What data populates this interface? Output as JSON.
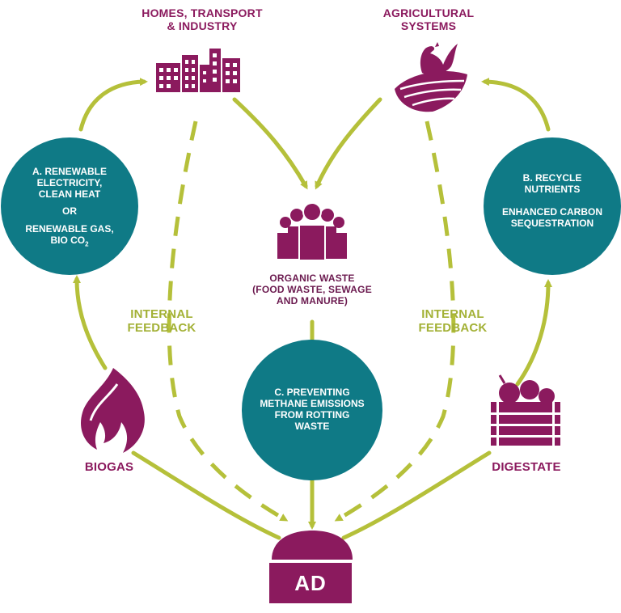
{
  "nodes": {
    "homes": {
      "line1": "HOMES, TRANSPORT",
      "line2": "& INDUSTRY"
    },
    "agri": {
      "line1": "AGRICULTURAL",
      "line2": "SYSTEMS"
    },
    "organic_waste": {
      "line1": "ORGANIC WASTE",
      "line2": "(FOOD WASTE, SEWAGE",
      "line3": "AND MANURE)"
    },
    "biogas": {
      "label": "BIOGAS"
    },
    "digestate": {
      "label": "DIGESTATE"
    },
    "ad": {
      "label": "AD"
    }
  },
  "circles": {
    "a": {
      "line1": "A. RENEWABLE",
      "line2": "ELECTRICITY,",
      "line3": "CLEAN HEAT",
      "line4": "OR",
      "line5": "RENEWABLE GAS,",
      "line6": "BIO CO",
      "line6_sub": "2"
    },
    "b": {
      "line1": "B. RECYCLE",
      "line2": "NUTRIENTS",
      "line3": "ENHANCED CARBON",
      "line4": "SEQUESTRATION"
    },
    "c": {
      "line1": "C. PREVENTING",
      "line2": "METHANE EMISSIONS",
      "line3": "FROM ROTTING",
      "line4": "WASTE"
    }
  },
  "feedback": {
    "left": {
      "line1": "INTERNAL",
      "line2": "FEEDBACK"
    },
    "right": {
      "line1": "INTERNAL",
      "line2": "FEEDBACK"
    }
  },
  "colors": {
    "teal": "#0f7a86",
    "purple": "#8b1a5e",
    "olive_arrow": "#b5c03a",
    "feedback_text": "#a3b136"
  },
  "icons": [
    "buildings-icon",
    "rooster-field-icon",
    "people-group-icon",
    "flame-icon",
    "crate-icon",
    "dome-icon"
  ]
}
